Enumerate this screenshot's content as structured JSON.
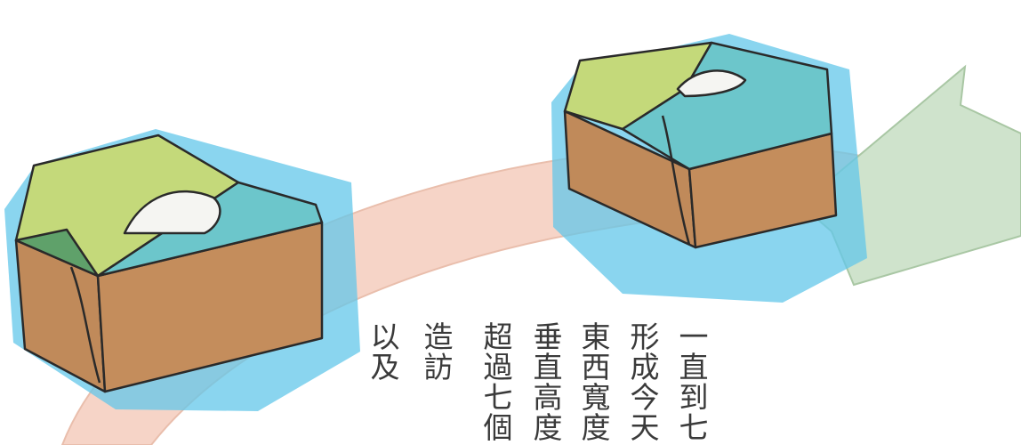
{
  "colors": {
    "swirl": "#f6d1c3",
    "swirl_edge": "#e8b9a6",
    "arrow": "#cfe3cc",
    "arrow_edge": "#a9c7a4",
    "halo": "#63c7ea",
    "land": "#c4d97a",
    "sea": "#6cc6cb",
    "earth": "#c08a5a",
    "mountain": "#f5f5f2"
  },
  "text_columns": [
    "一直到七",
    "形成今天",
    "東西寬度",
    "垂直高度",
    "超過七個",
    "造訪",
    "以及"
  ]
}
